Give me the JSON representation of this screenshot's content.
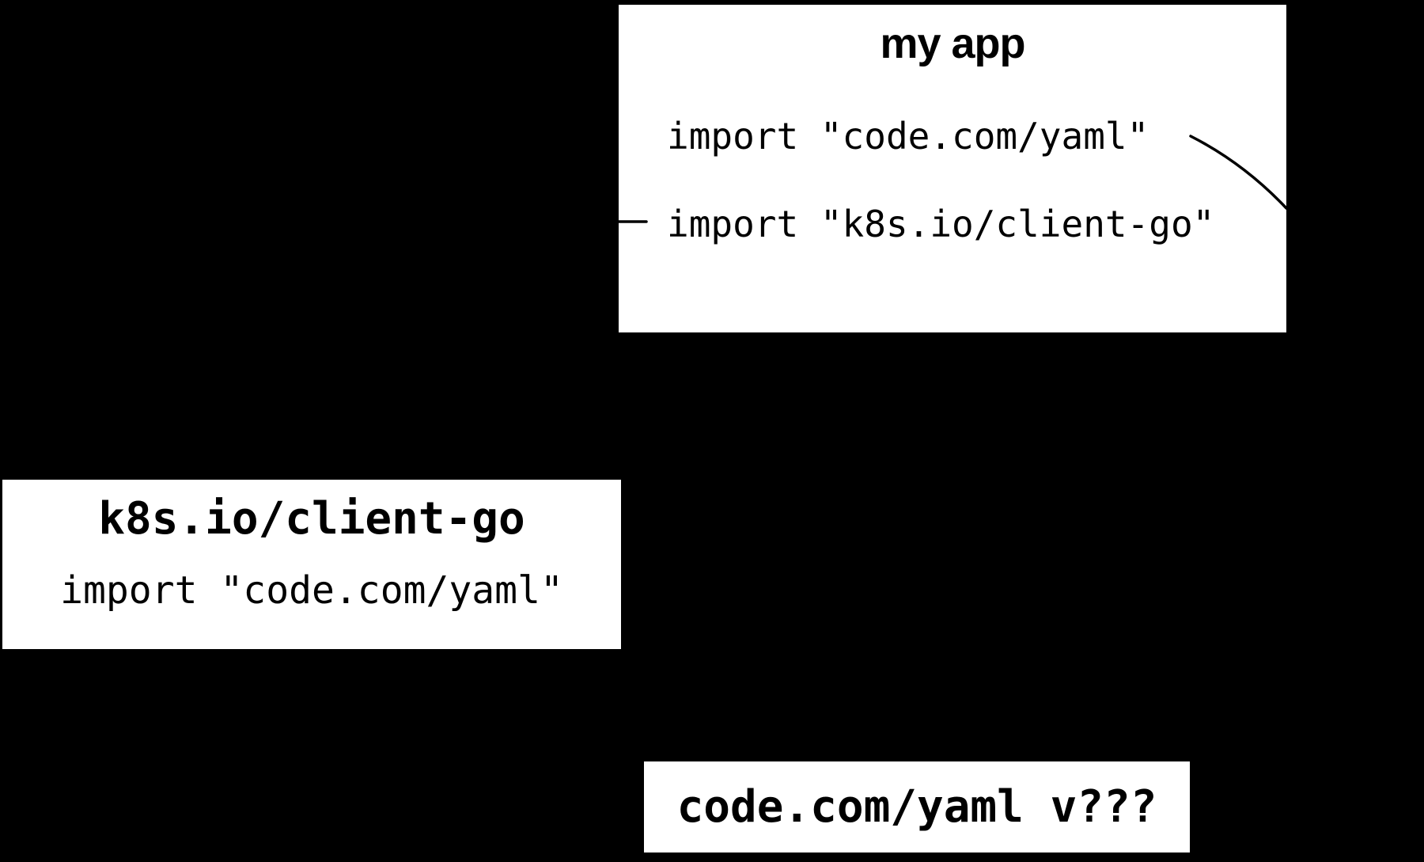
{
  "canvas": {
    "background_color": "#000000",
    "box_background_color": "#ffffff",
    "text_color": "#000000",
    "edge_color": "#000000"
  },
  "my_app_box": {
    "title": "my app",
    "import_lines": [
      "import \"code.com/yaml\"",
      "import \"k8s.io/client-go\""
    ]
  },
  "client_go_box": {
    "title": "k8s.io/client-go",
    "import_lines": [
      "import \"code.com/yaml\""
    ]
  },
  "yaml_box": {
    "title": "code.com/yaml v???"
  }
}
